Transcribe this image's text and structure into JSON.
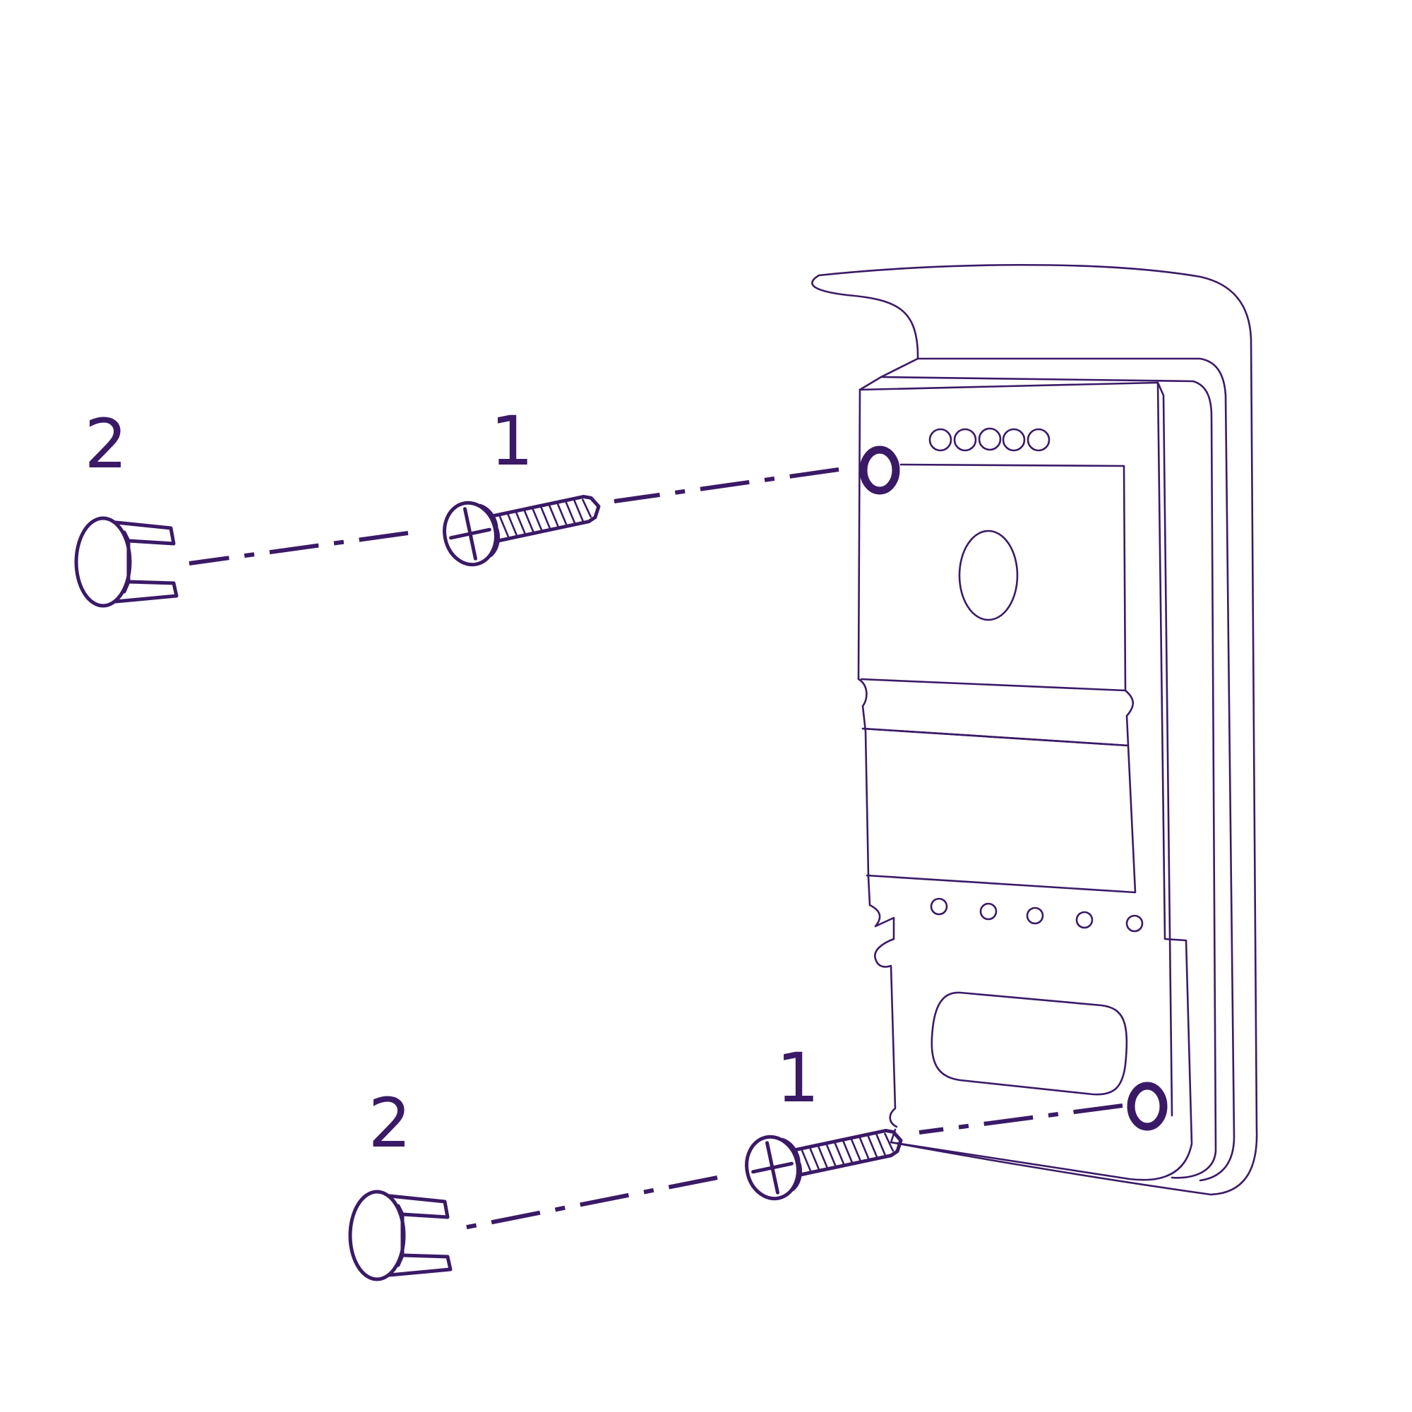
{
  "colors": {
    "line": "#3a1a66",
    "background": "#ffffff"
  },
  "callouts": {
    "screw_upper": "1",
    "screw_lower": "1",
    "cap_upper": "2",
    "cap_lower": "2"
  },
  "icons": {
    "screw": "screw-icon",
    "cap": "cover-cap-icon",
    "bracket": "mounting-bracket-icon"
  }
}
